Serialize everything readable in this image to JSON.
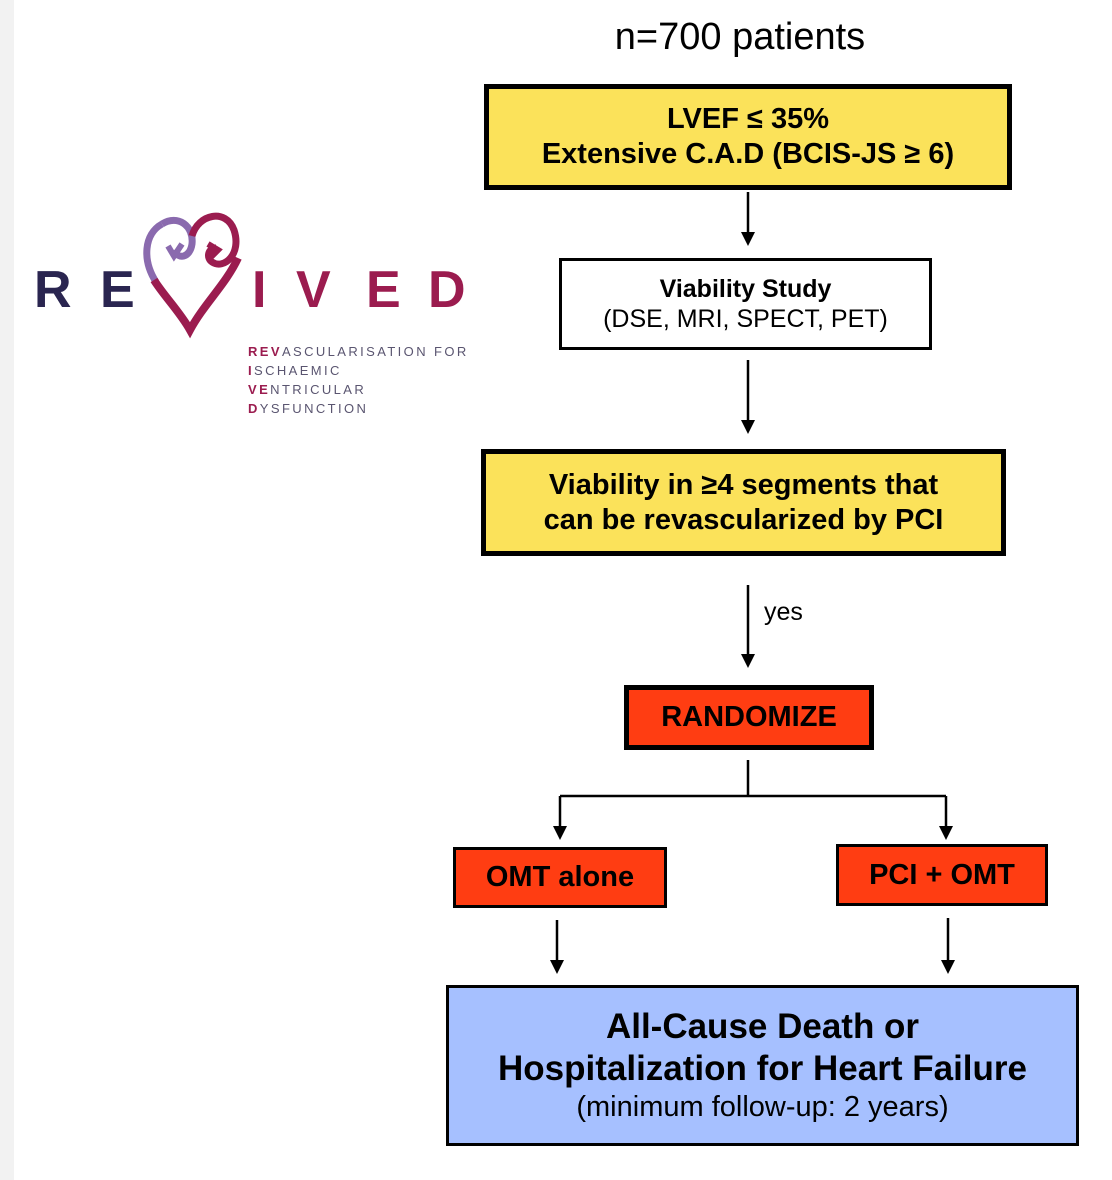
{
  "header": {
    "cohort": "n=700 patients"
  },
  "steps": {
    "inclusion": {
      "line1": "LVEF ≤ 35%",
      "line2": "Extensive C.A.D (BCIS-JS ≥ 6)"
    },
    "viability_study": {
      "line1": "Viability Study",
      "line2": "(DSE, MRI, SPECT, PET)"
    },
    "viability_criteria": {
      "line1": "Viability in ≥4 segments that",
      "line2": "can be revascularized by PCI"
    },
    "yes_label": "yes",
    "randomize": "RANDOMIZE",
    "arm_left": "OMT alone",
    "arm_right": "PCI + OMT",
    "outcome": {
      "line1": "All-Cause Death or",
      "line2": "Hospitalization for Heart Failure",
      "line3": "(minimum follow-up: 2 years)"
    }
  },
  "logo": {
    "letters": [
      "R",
      "E",
      "I",
      "V",
      "E",
      "D"
    ],
    "tagline": [
      {
        "bold": "REV",
        "rest": "ASCULARISATION FOR"
      },
      {
        "bold": "I",
        "rest": "SCHAEMIC"
      },
      {
        "bold": "VE",
        "rest": "NTRICULAR"
      },
      {
        "bold": "D",
        "rest": "YSFUNCTION"
      }
    ],
    "colors": {
      "navy": "#2a2550",
      "maroon": "#9b1c4f",
      "purple": "#8a6aae"
    }
  },
  "colors": {
    "yellow": "#fbe25a",
    "red": "#ff3d12",
    "blue": "#a6c0ff"
  }
}
